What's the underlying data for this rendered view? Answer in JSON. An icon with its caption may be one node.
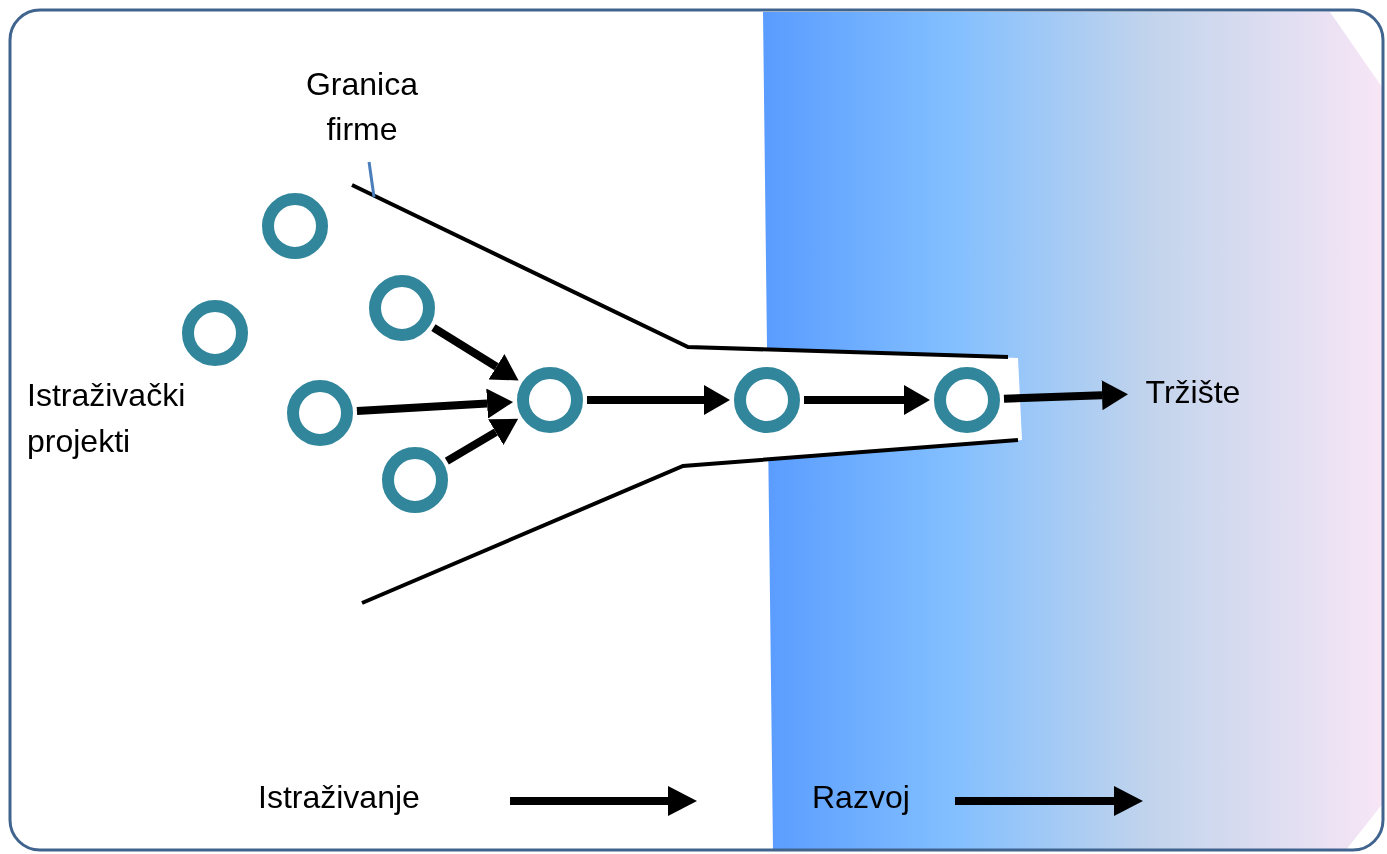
{
  "diagram": {
    "nodes": [
      {
        "text": [
          "Granica firme"
        ]
      },
      {
        "text": [],
        "shape": "circle"
      },
      {
        "text": [],
        "shape": "circle"
      },
      {
        "text": [],
        "shape": "circle"
      },
      {
        "text": [],
        "shape": "circle"
      },
      {
        "text": [],
        "shape": "circle"
      },
      {
        "text": [],
        "shape": "circle"
      },
      {
        "text": [],
        "shape": "circle"
      },
      {
        "text": [],
        "shape": "circle"
      },
      {
        "text": [
          "Tržište"
        ]
      }
    ],
    "edges": [
      {
        "from": 0,
        "to": null,
        "arrow": "none",
        "color": "#4a7ebb"
      },
      {
        "from": 4,
        "to": 6,
        "arrow": "to"
      },
      {
        "from": 3,
        "to": 6,
        "arrow": "to"
      },
      {
        "from": 5,
        "to": 6,
        "arrow": "to"
      },
      {
        "from": 6,
        "to": 7,
        "arrow": "to"
      },
      {
        "from": 7,
        "to": 8,
        "arrow": "to"
      },
      {
        "from": 8,
        "to": 9,
        "arrow": "to"
      }
    ],
    "labels": [
      "Istraživački projekti",
      "Istraživanje",
      "Razvoj"
    ]
  }
}
